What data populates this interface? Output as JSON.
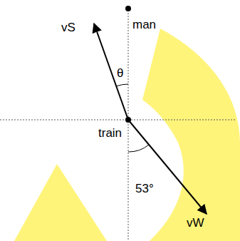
{
  "diagram": {
    "labels": [
      "vS",
      "man",
      "θ",
      "train",
      "53°",
      "vW"
    ]
  }
}
